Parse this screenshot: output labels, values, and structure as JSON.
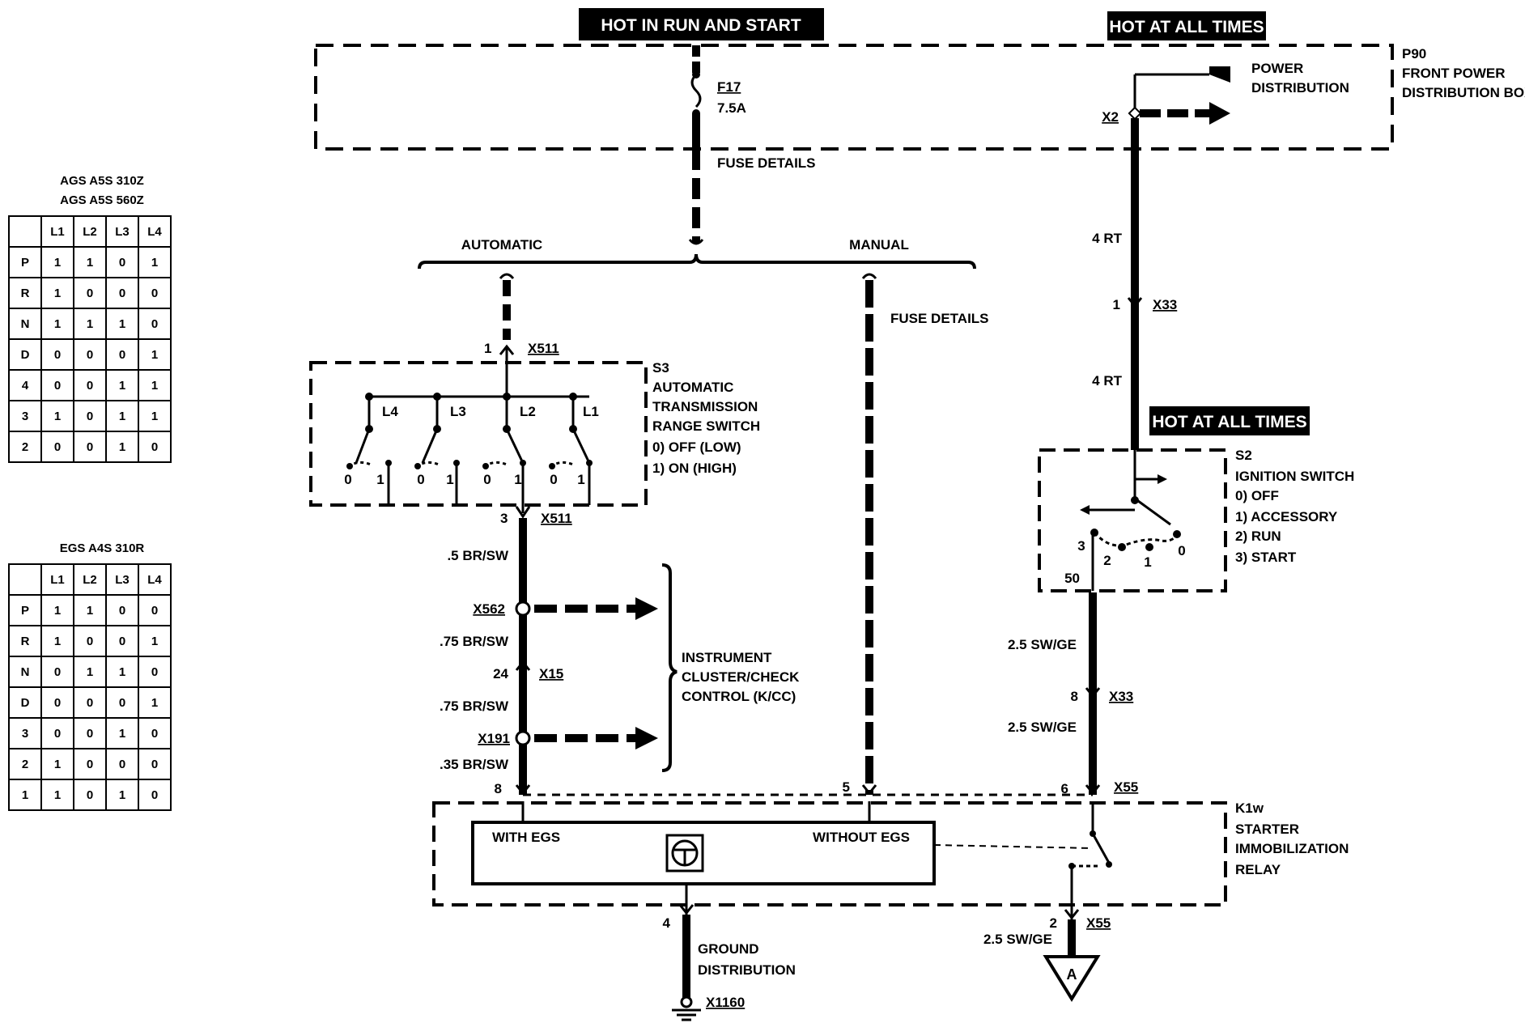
{
  "headers": {
    "hot_run_start": "HOT IN RUN AND START",
    "hot_all_times_top": "HOT AT ALL TIMES",
    "hot_all_times_s2": "HOT AT ALL TIMES"
  },
  "fuse": {
    "id": "F17",
    "rating": "7.5A",
    "details_label": "FUSE DETAILS"
  },
  "power_box": {
    "id": "P90",
    "name_line1": "FRONT POWER",
    "name_line2": "DISTRIBUTION BOX",
    "connector": "X2",
    "dist_line1": "POWER",
    "dist_line2": "DISTRIBUTION"
  },
  "branch": {
    "automatic": "AUTOMATIC",
    "manual": "MANUAL",
    "manual_fuse_details": "FUSE DETAILS"
  },
  "s3": {
    "id": "S3",
    "line1": "AUTOMATIC",
    "line2": "TRANSMISSION",
    "line3": "RANGE SWITCH",
    "state0": "0)   OFF (LOW)",
    "state1": "1)   ON (HIGH)",
    "contacts": [
      "L4",
      "L3",
      "L2",
      "L1"
    ],
    "pin_zero": "0",
    "pin_one": "1",
    "in_pin": "1",
    "in_conn": "X511",
    "out_pin": "3",
    "out_conn": "X511"
  },
  "wires": {
    "w1": ".5 BR/SW",
    "w2": ".75 BR/SW",
    "w3": ".75 BR/SW",
    "w4": ".35 BR/SW",
    "rt1": "4 RT",
    "rt2": "4 RT",
    "sw1": "2.5 SW/GE",
    "sw2": "2.5 SW/GE",
    "sw3": "2.5 SW/GE"
  },
  "connectors": {
    "x562": "X562",
    "x15_pin": "24",
    "x15": "X15",
    "x191": "X191",
    "x33a_pin": "1",
    "x33a": "X33",
    "x33b_pin": "8",
    "x33b": "X33",
    "k1w_pin8": "8",
    "k1w_pin5": "5",
    "k1w_pin6": "6",
    "x55_top": "X55",
    "x55_pin2": "2",
    "x55_bottom": "X55",
    "ground_pin4": "4",
    "ground_conn": "X1160"
  },
  "cluster": {
    "line1": "INSTRUMENT",
    "line2": "CLUSTER/CHECK",
    "line3": "CONTROL (K/CC)"
  },
  "s2": {
    "id": "S2",
    "name": "IGNITION SWITCH",
    "st0": "0)   OFF",
    "st1": "1)   ACCESSORY",
    "st2": "2)   RUN",
    "st3": "3)   START",
    "pos3": "3",
    "pos2": "2",
    "pos1": "1",
    "pos0": "0",
    "term50": "50"
  },
  "k1w": {
    "id": "K1w",
    "line1": "STARTER",
    "line2": "IMMOBILIZATION",
    "line3": "RELAY",
    "with_egs": "WITH EGS",
    "without_egs": "WITHOUT EGS"
  },
  "ground": {
    "line1": "GROUND",
    "line2": "DISTRIBUTION"
  },
  "offpage": {
    "label": "A"
  },
  "table_ags": {
    "title_line1": "AGS A5S 310Z",
    "title_line2": "AGS A5S 560Z",
    "header": [
      "",
      "L1",
      "L2",
      "L3",
      "L4"
    ],
    "rows": [
      [
        "P",
        "1",
        "1",
        "0",
        "1"
      ],
      [
        "R",
        "1",
        "0",
        "0",
        "0"
      ],
      [
        "N",
        "1",
        "1",
        "1",
        "0"
      ],
      [
        "D",
        "0",
        "0",
        "0",
        "1"
      ],
      [
        "4",
        "0",
        "0",
        "1",
        "1"
      ],
      [
        "3",
        "1",
        "0",
        "1",
        "1"
      ],
      [
        "2",
        "0",
        "0",
        "1",
        "0"
      ]
    ]
  },
  "table_egs": {
    "title": "EGS A4S 310R",
    "header": [
      "",
      "L1",
      "L2",
      "L3",
      "L4"
    ],
    "rows": [
      [
        "P",
        "1",
        "1",
        "0",
        "0"
      ],
      [
        "R",
        "1",
        "0",
        "0",
        "1"
      ],
      [
        "N",
        "0",
        "1",
        "1",
        "0"
      ],
      [
        "D",
        "0",
        "0",
        "0",
        "1"
      ],
      [
        "3",
        "0",
        "0",
        "1",
        "0"
      ],
      [
        "2",
        "1",
        "0",
        "0",
        "0"
      ],
      [
        "1",
        "1",
        "0",
        "1",
        "0"
      ]
    ]
  }
}
